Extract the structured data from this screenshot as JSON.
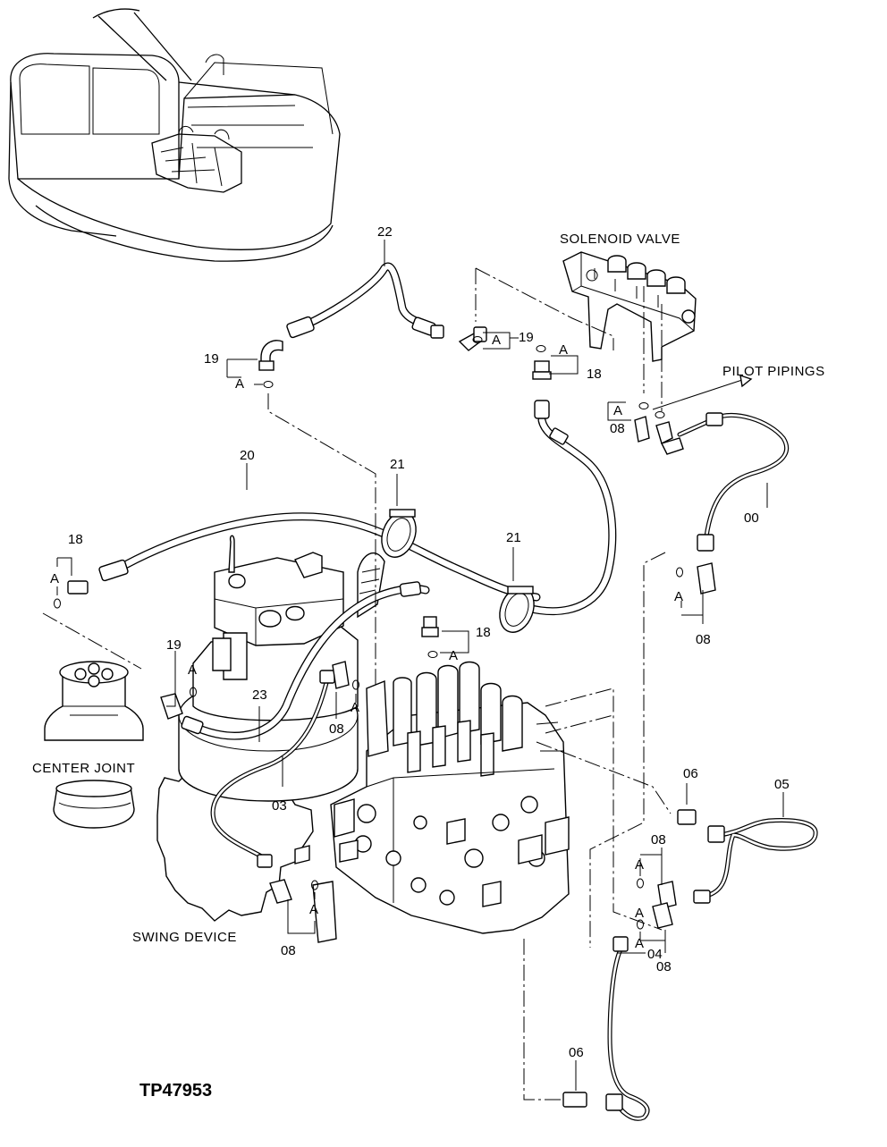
{
  "diagram_code": "TP47953",
  "captions": {
    "solenoid_valve": "SOLENOID VALVE",
    "pilot_pipings": "PILOT PIPINGS",
    "center_joint": "CENTER JOINT",
    "swing_device": "SWING DEVICE"
  },
  "part_labels": {
    "p22": "22",
    "p19_top_left": "19",
    "p19_top_mid": "19",
    "p18_top": "18",
    "p08_top_right": "08",
    "p00": "00",
    "p20": "20",
    "p21_left": "21",
    "p21_right": "21",
    "p18_left": "18",
    "p18_mid": "18",
    "p08_right": "08",
    "p19_mid_left": "19",
    "p23": "23",
    "p08_mid": "08",
    "p03": "03",
    "p06_right": "06",
    "p05": "05",
    "p08_lower_right_a": "08",
    "p08_lower_right_b": "08",
    "p08_bottom_left": "08",
    "p04": "04",
    "p06_bottom": "06"
  },
  "a_markers": {
    "a1": "A",
    "a2": "A",
    "a3": "A",
    "a4": "A",
    "a5": "A",
    "a6": "A",
    "a7": "A",
    "a8": "A",
    "a9": "A",
    "a10": "A",
    "a11": "A",
    "a12": "A",
    "a13": "A"
  }
}
